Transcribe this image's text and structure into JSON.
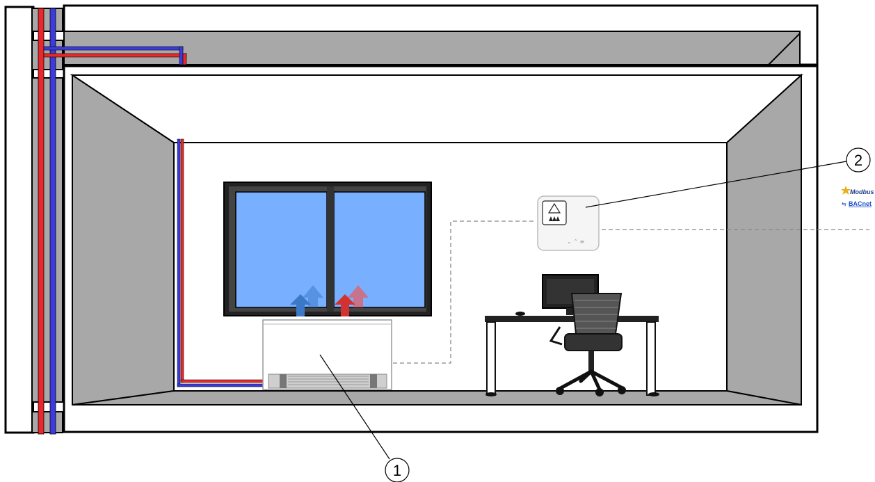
{
  "callouts": {
    "unit": "1",
    "controller": "2"
  },
  "protocols": [
    {
      "label": "Modbus",
      "color": "#1e3c8c",
      "icon": "star-icon"
    },
    {
      "label": "BACnet",
      "color": "#1e50c8",
      "icon": "network-icon"
    }
  ],
  "colors": {
    "supply_pipe": "#e8282d",
    "return_pipe": "#3c3cdc",
    "wall_gray": "#a8a8a8",
    "window_glass": "#78b0ff",
    "warm_air": "#d23232",
    "cool_air": "#3c78c8"
  }
}
